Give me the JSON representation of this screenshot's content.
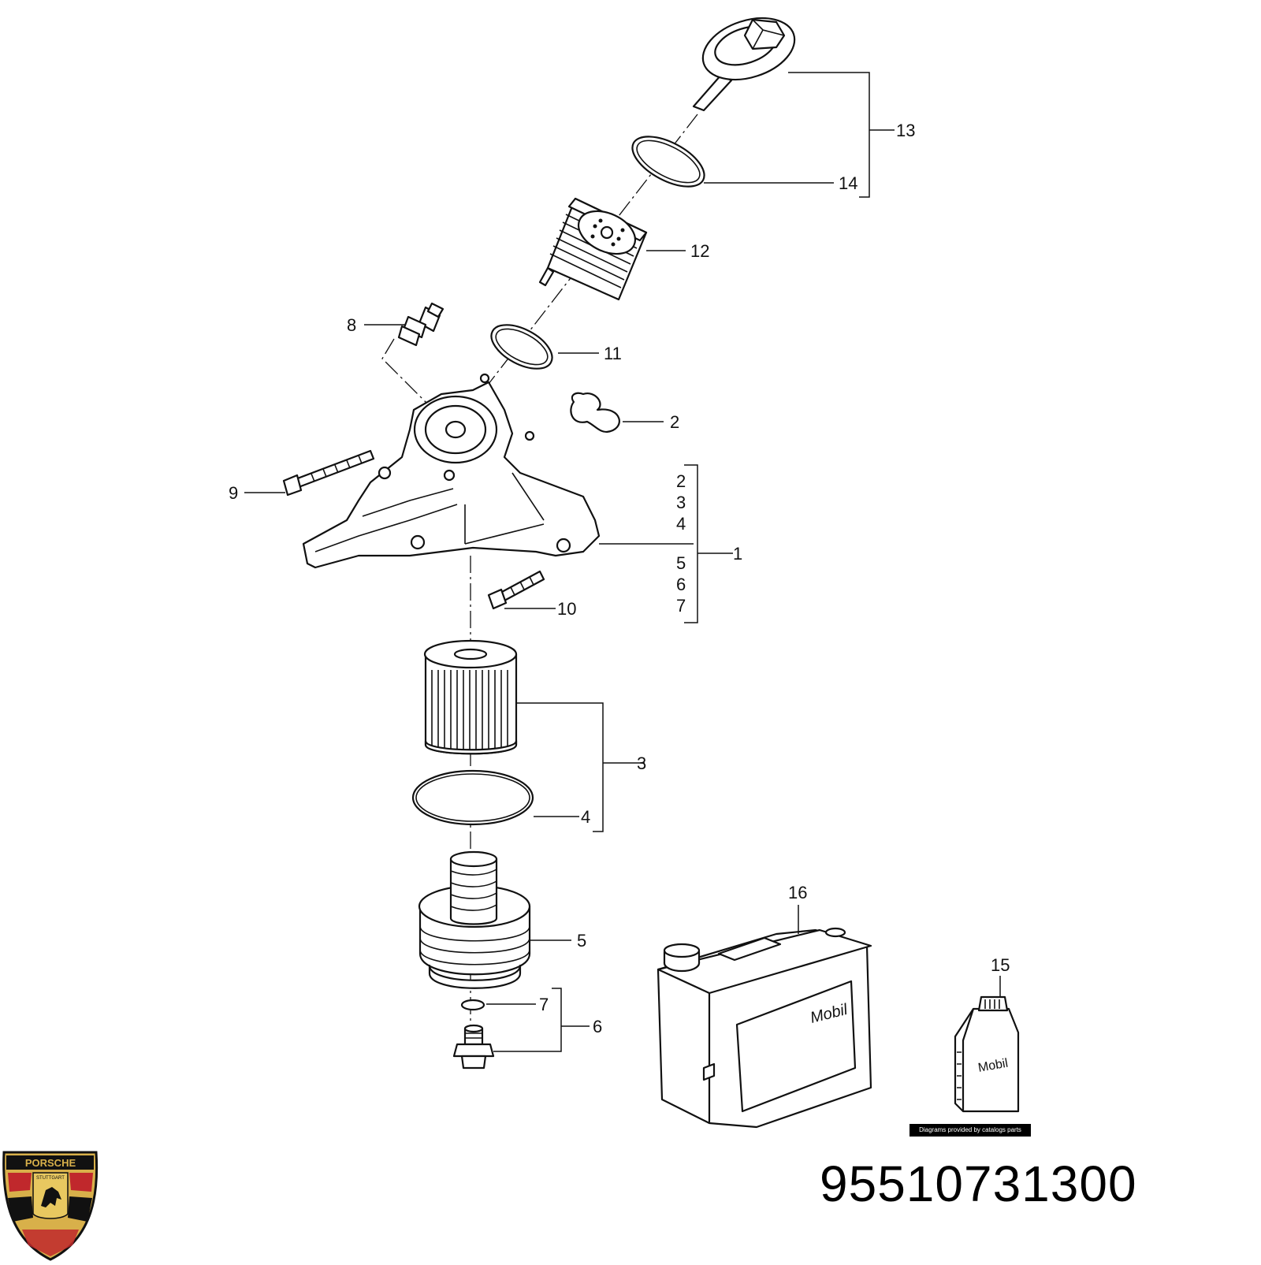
{
  "diagram": {
    "callouts": [
      {
        "id": "13",
        "text": "13"
      },
      {
        "id": "14",
        "text": "14"
      },
      {
        "id": "12",
        "text": "12"
      },
      {
        "id": "8",
        "text": "8"
      },
      {
        "id": "11",
        "text": "11"
      },
      {
        "id": "2",
        "text": "2"
      },
      {
        "id": "9",
        "text": "9"
      },
      {
        "id": "1",
        "text": "1"
      },
      {
        "id": "10",
        "text": "10"
      },
      {
        "id": "3",
        "text": "3"
      },
      {
        "id": "4",
        "text": "4"
      },
      {
        "id": "5",
        "text": "5"
      },
      {
        "id": "7",
        "text": "7"
      },
      {
        "id": "6",
        "text": "6"
      },
      {
        "id": "16",
        "text": "16"
      },
      {
        "id": "15",
        "text": "15"
      }
    ],
    "group_1_items": [
      "2",
      "3",
      "4",
      "5",
      "6",
      "7"
    ],
    "canister_label": "Mobil",
    "bottle_label": "Mobil",
    "logo_text": "PORSCHE",
    "logo_city": "STUTTGART"
  },
  "credit": "Diagrams provided by catalogs parts",
  "part_number": "95510731300"
}
